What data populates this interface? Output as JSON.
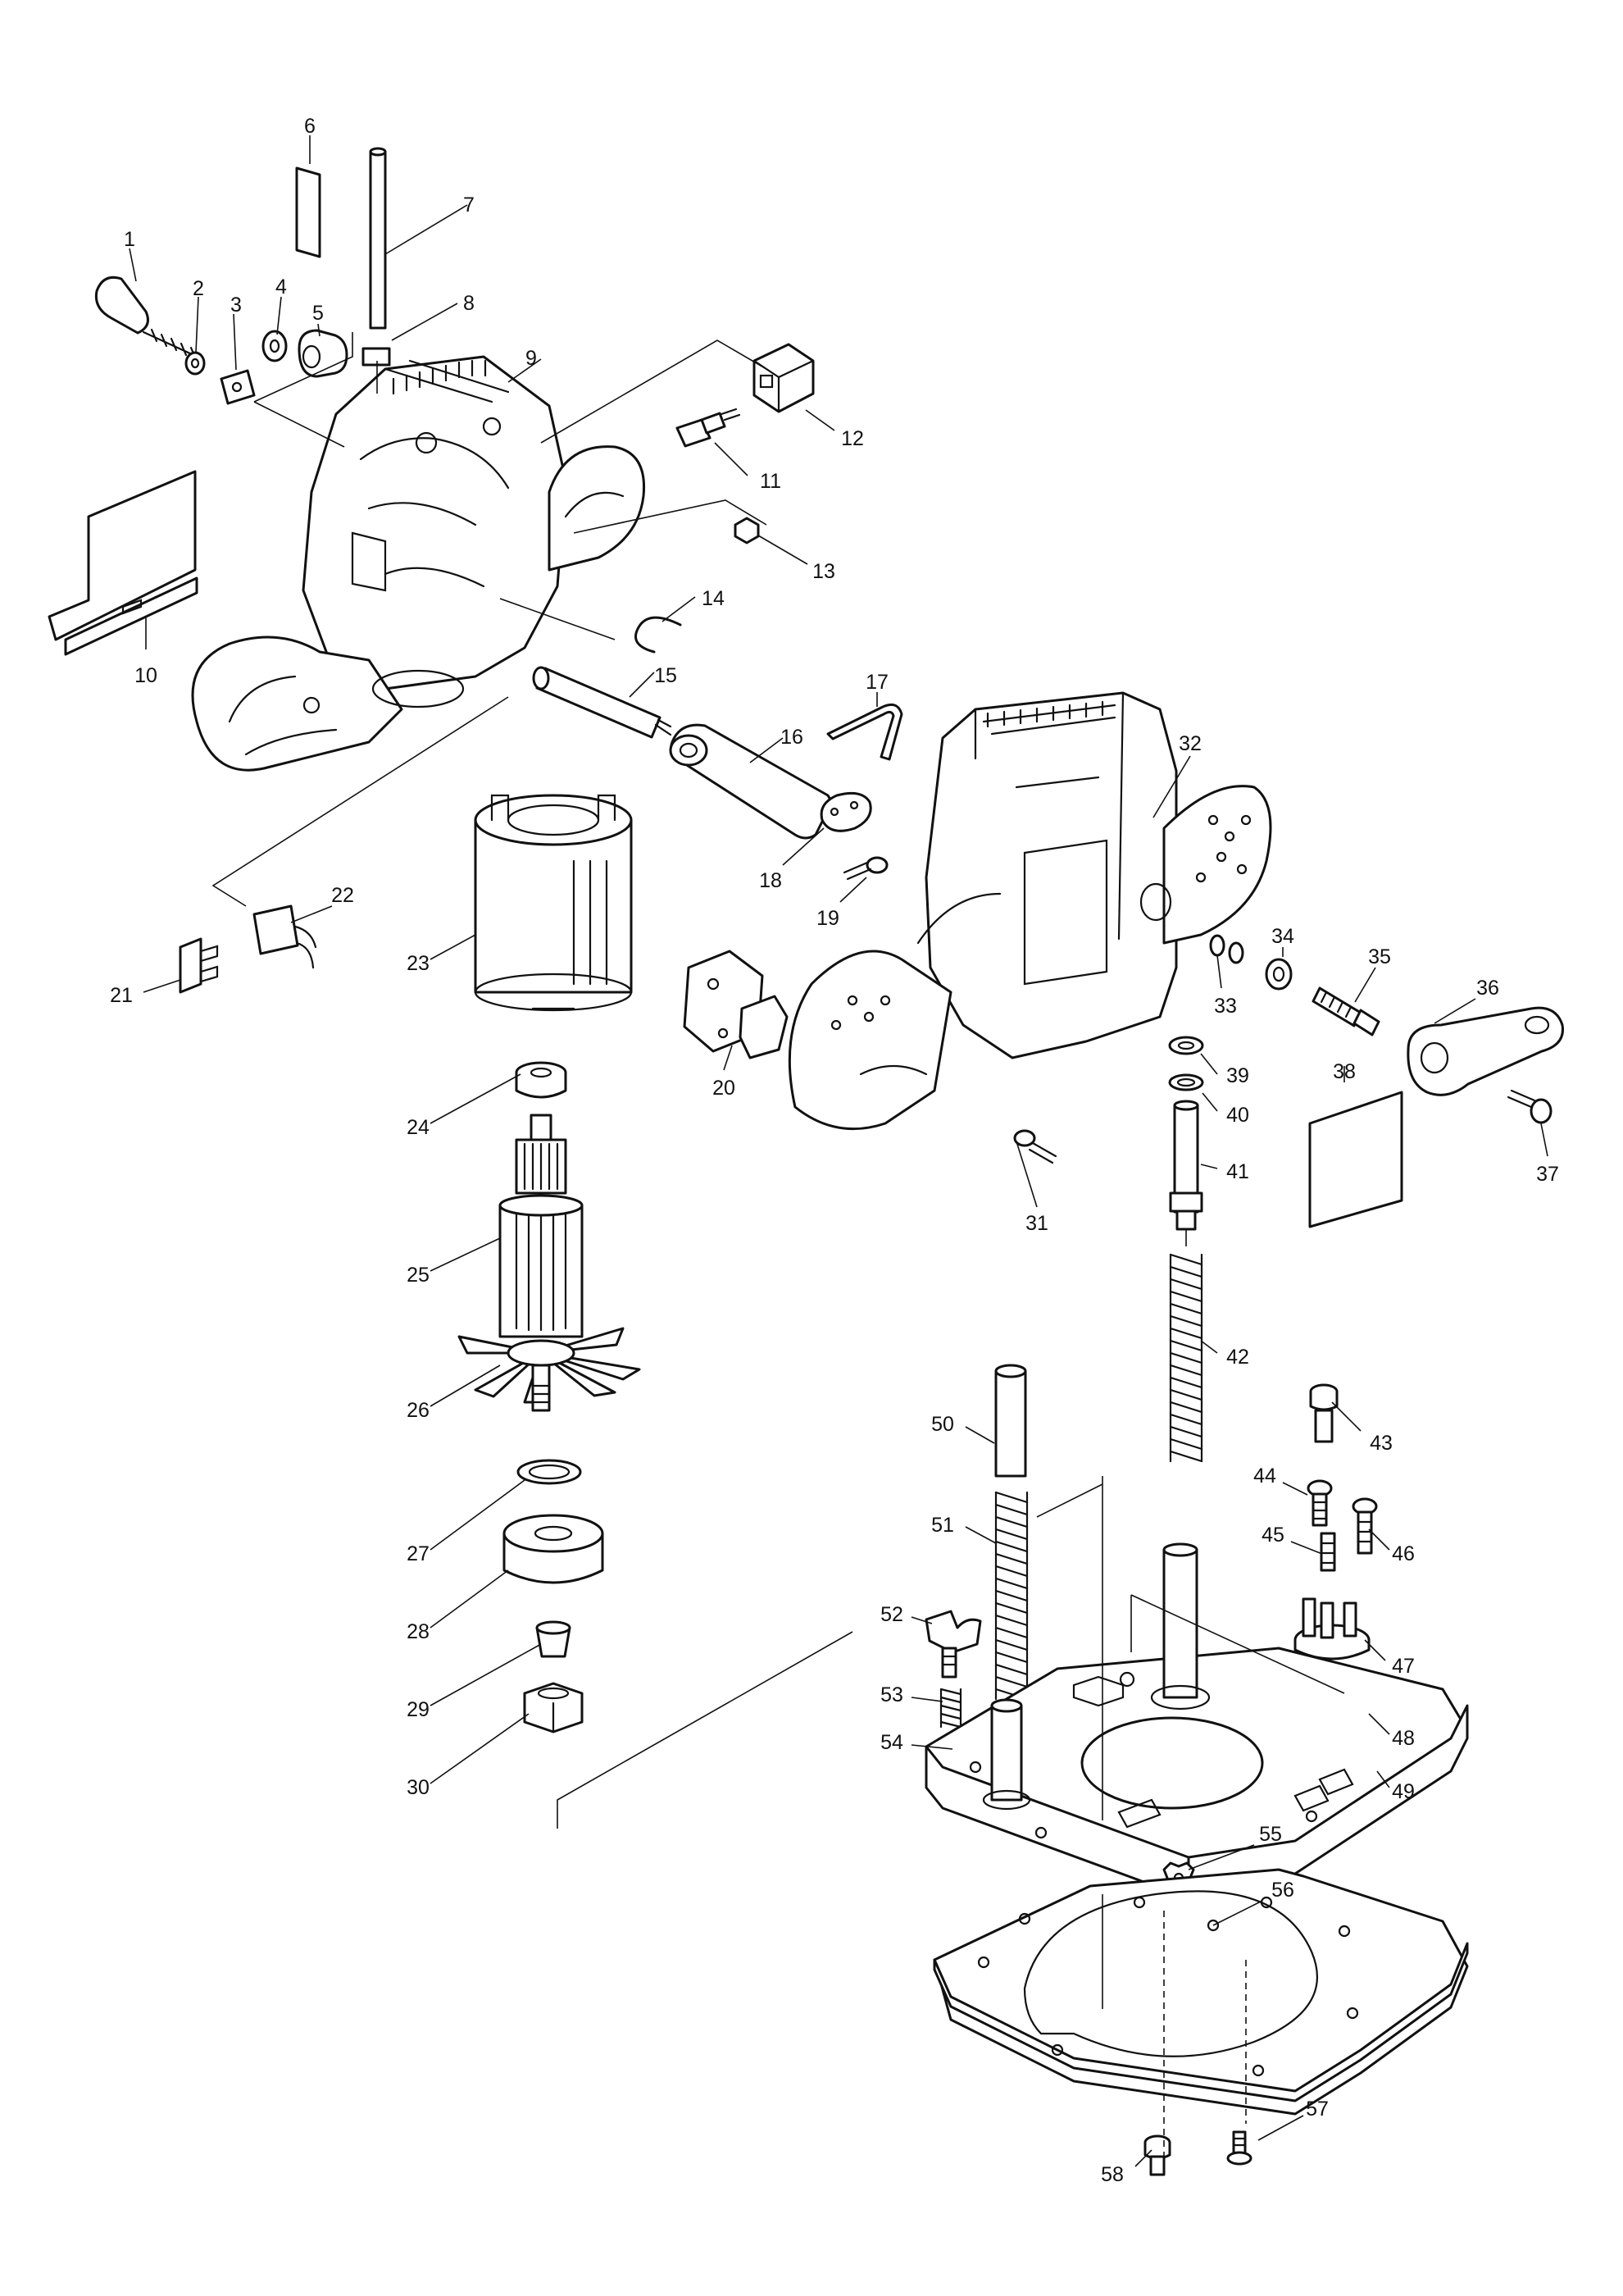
{
  "callouts": [
    "1",
    "2",
    "3",
    "4",
    "5",
    "6",
    "7",
    "8",
    "9",
    "10",
    "11",
    "12",
    "13",
    "14",
    "15",
    "16",
    "17",
    "18",
    "19",
    "20",
    "21",
    "22",
    "23",
    "24",
    "25",
    "26",
    "27",
    "28",
    "29",
    "30",
    "31",
    "32",
    "33",
    "34",
    "35",
    "36",
    "37",
    "38",
    "39",
    "40",
    "41",
    "42",
    "43",
    "44",
    "45",
    "46",
    "47",
    "48",
    "49",
    "50",
    "51",
    "52",
    "53",
    "54",
    "55",
    "56",
    "57",
    "58"
  ]
}
